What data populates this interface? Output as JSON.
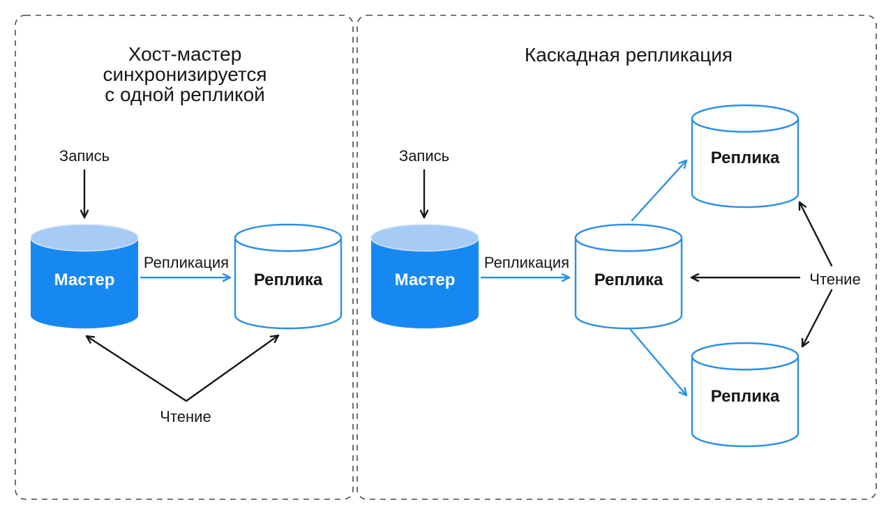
{
  "colors": {
    "master_fill": "#1788F2",
    "master_top_fill": "#A7CBF5",
    "blue_stroke": "#2B8FE6",
    "ink": "#161616",
    "panel_border": "#4A4A4A",
    "background": "#FFFFFF"
  },
  "panels": {
    "left": {
      "title_lines": [
        "Хост-мастер",
        "синхронизируется",
        "с одной репликой"
      ],
      "labels": {
        "write": "Запись",
        "replication": "Репликация",
        "read": "Чтение"
      },
      "nodes": {
        "master": "Мастер",
        "replica": "Реплика"
      }
    },
    "right": {
      "title": "Каскадная репликация",
      "labels": {
        "write": "Запись",
        "replication": "Репликация",
        "read": "Чтение"
      },
      "nodes": {
        "master": "Мастер",
        "replica_middle": "Реплика",
        "replica_top": "Реплика",
        "replica_bottom": "Реплика"
      }
    }
  }
}
